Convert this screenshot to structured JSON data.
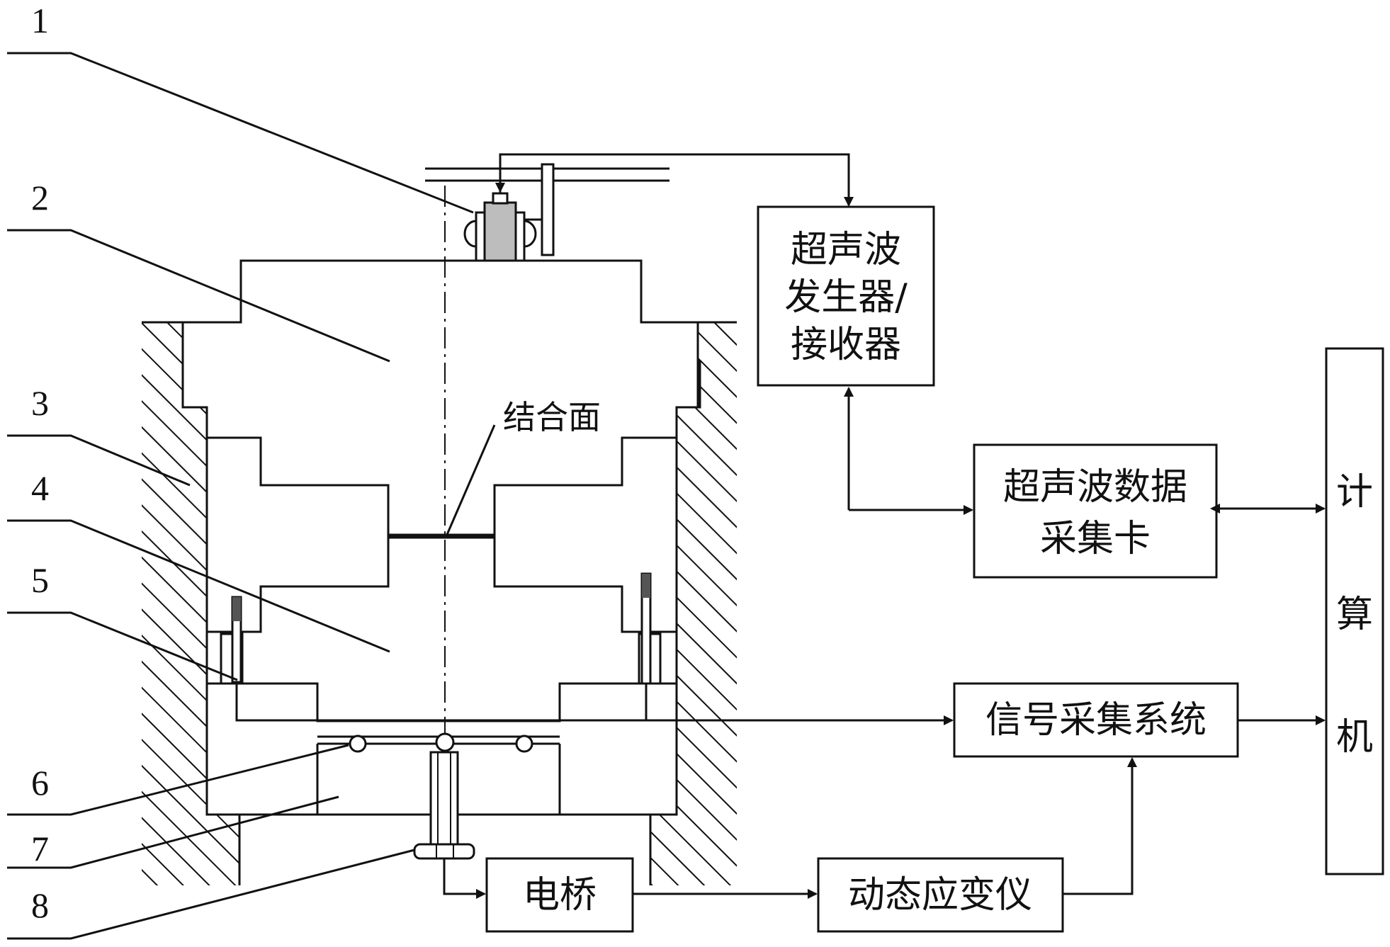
{
  "labels": {
    "part_1": "1",
    "part_2": "2",
    "part_3": "3",
    "part_4": "4",
    "part_5": "5",
    "part_6": "6",
    "part_7": "7",
    "part_8": "8",
    "interface": "结合面"
  },
  "blocks": {
    "ultrasonic_transceiver": {
      "line1": "超声波",
      "line2": "发生器/",
      "line3": "接收器"
    },
    "acquisition_card": {
      "line1": "超声波数据",
      "line2": "采集卡"
    },
    "computer": {
      "c1": "计",
      "c2": "算",
      "c3": "机"
    },
    "signal_system": "信号采集系统",
    "bridge": "电桥",
    "strain_meter": "动态应变仪"
  },
  "colors": {
    "line": "#111111",
    "sensor_fill": "#bdbdbd",
    "gauge_fill": "#555555",
    "background": "#ffffff"
  }
}
